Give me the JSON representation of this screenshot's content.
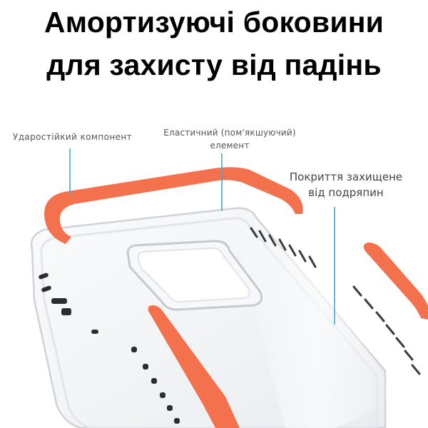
{
  "headline": {
    "line1": "Амортизуючі боковини",
    "line2": "для захисту від падінь"
  },
  "callouts": {
    "shock_component": "Ударостійкий компонент",
    "elastic_line1": "Еластичний (пом'якшуючий)",
    "elastic_line2": "елемент",
    "coating_line1": "Покриття захищене",
    "coating_line2": "від подряпин"
  },
  "colors": {
    "accent_orange": "#f4714e",
    "callout_line": "#4aa8c0",
    "clear_edge": "#d3d6da",
    "text_dark": "#000000"
  }
}
